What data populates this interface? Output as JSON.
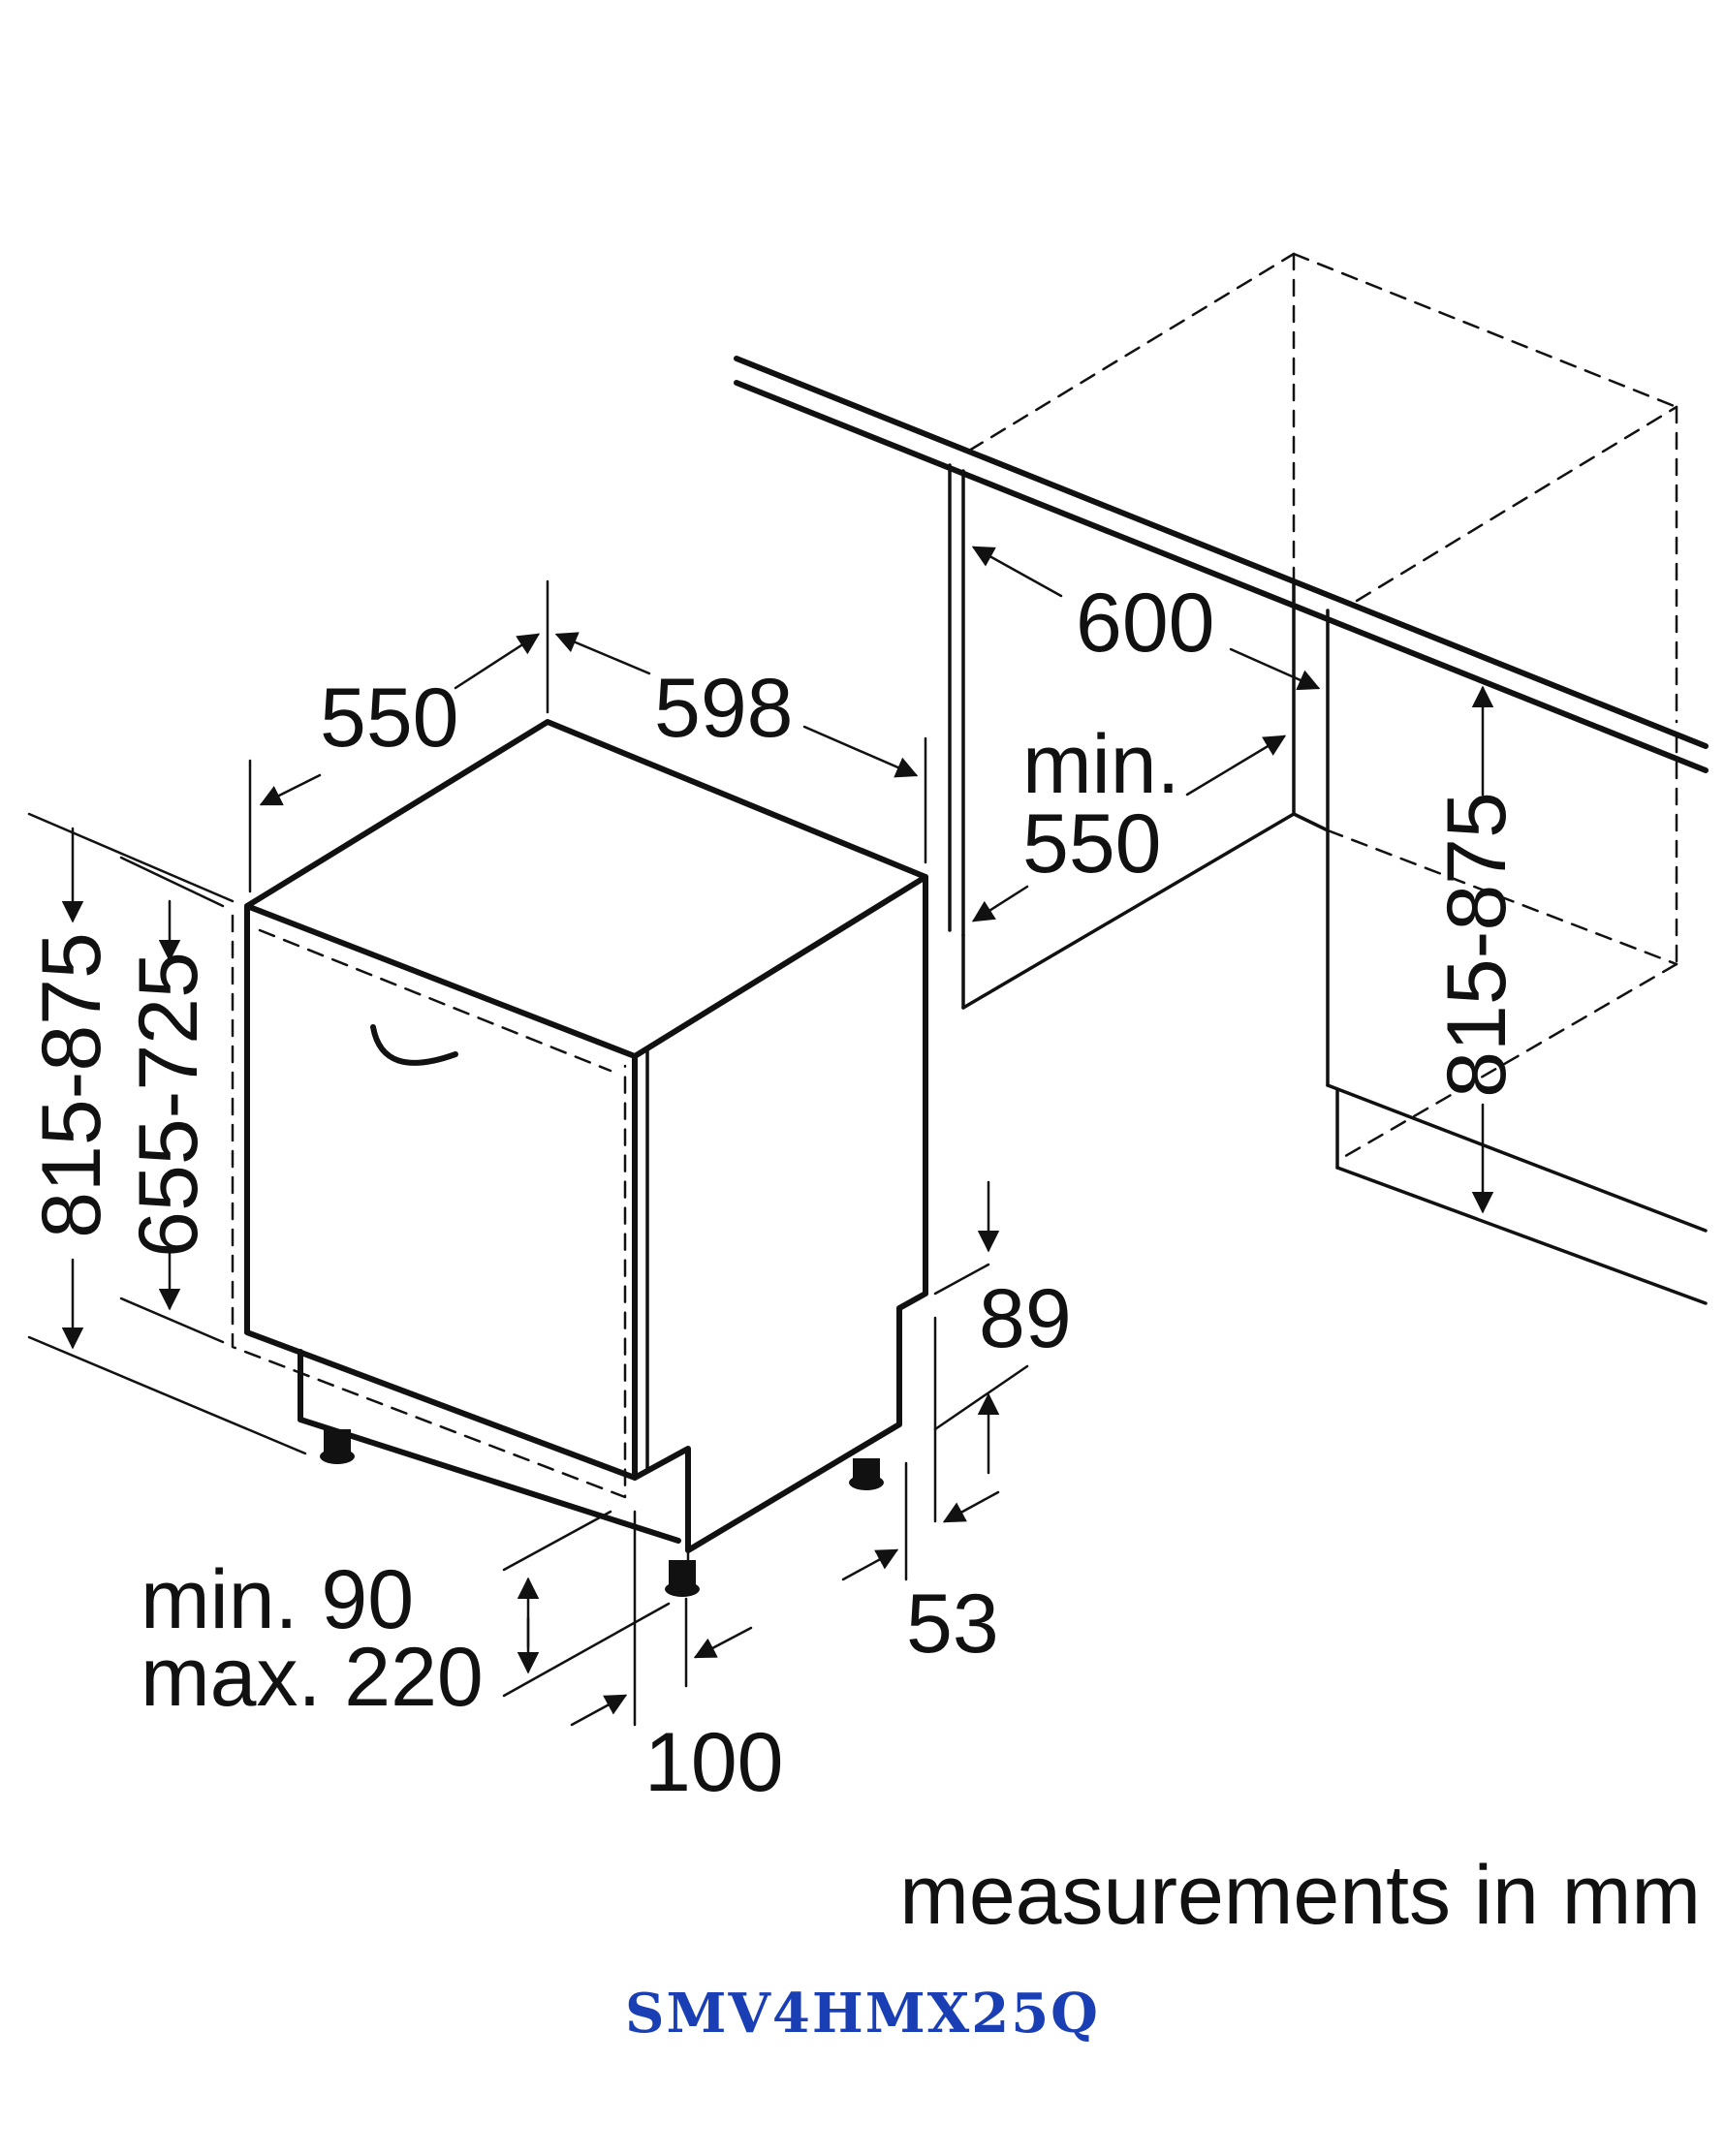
{
  "dimensions": {
    "appliance_width": "598",
    "appliance_depth": "550",
    "appliance_height": "815-875",
    "door_height": "655-725",
    "niche_width": "600",
    "niche_min_depth_line1": "min.",
    "niche_min_depth_line2": "550",
    "niche_height": "815-875",
    "plinth_height": "89",
    "plinth_offset": "53",
    "foot_clearance_line1": "min. 90",
    "foot_clearance_line2": "max. 220",
    "foot_setback": "100"
  },
  "units_note": "measurements in mm",
  "model": "SMV4HMX25Q",
  "colors": {
    "line": "#111111",
    "background": "#ffffff",
    "model_label": "#1a3fb5"
  }
}
